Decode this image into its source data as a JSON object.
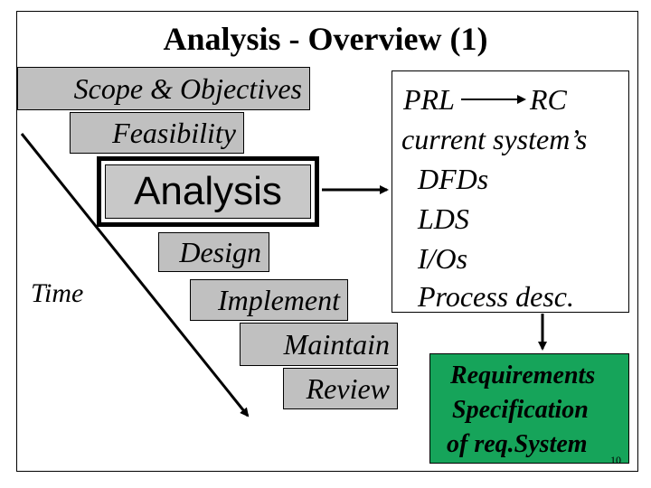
{
  "title": "Analysis - Overview (1)",
  "phases": {
    "scope": "Scope & Objectives",
    "feasibility": "Feasibility",
    "analysis": "Analysis",
    "design": "Design",
    "implement": "Implement",
    "maintain": "Maintain",
    "review": "Review"
  },
  "time_label": "Time",
  "analysis_outputs": {
    "prl": "PRL",
    "rc": "RC",
    "current_system": "current system’s",
    "dfds": "DFDs",
    "lds": "LDS",
    "ios": "I/Os",
    "process_desc": "Process desc."
  },
  "requirements": {
    "line1": "Requirements",
    "line2": "Specification",
    "line3": "of req.System"
  },
  "slide_number": "10",
  "colors": {
    "phase_fill": "#c0c0c0",
    "analysis_fill": "#c8c8c8",
    "requirements_fill": "#16a45a"
  }
}
